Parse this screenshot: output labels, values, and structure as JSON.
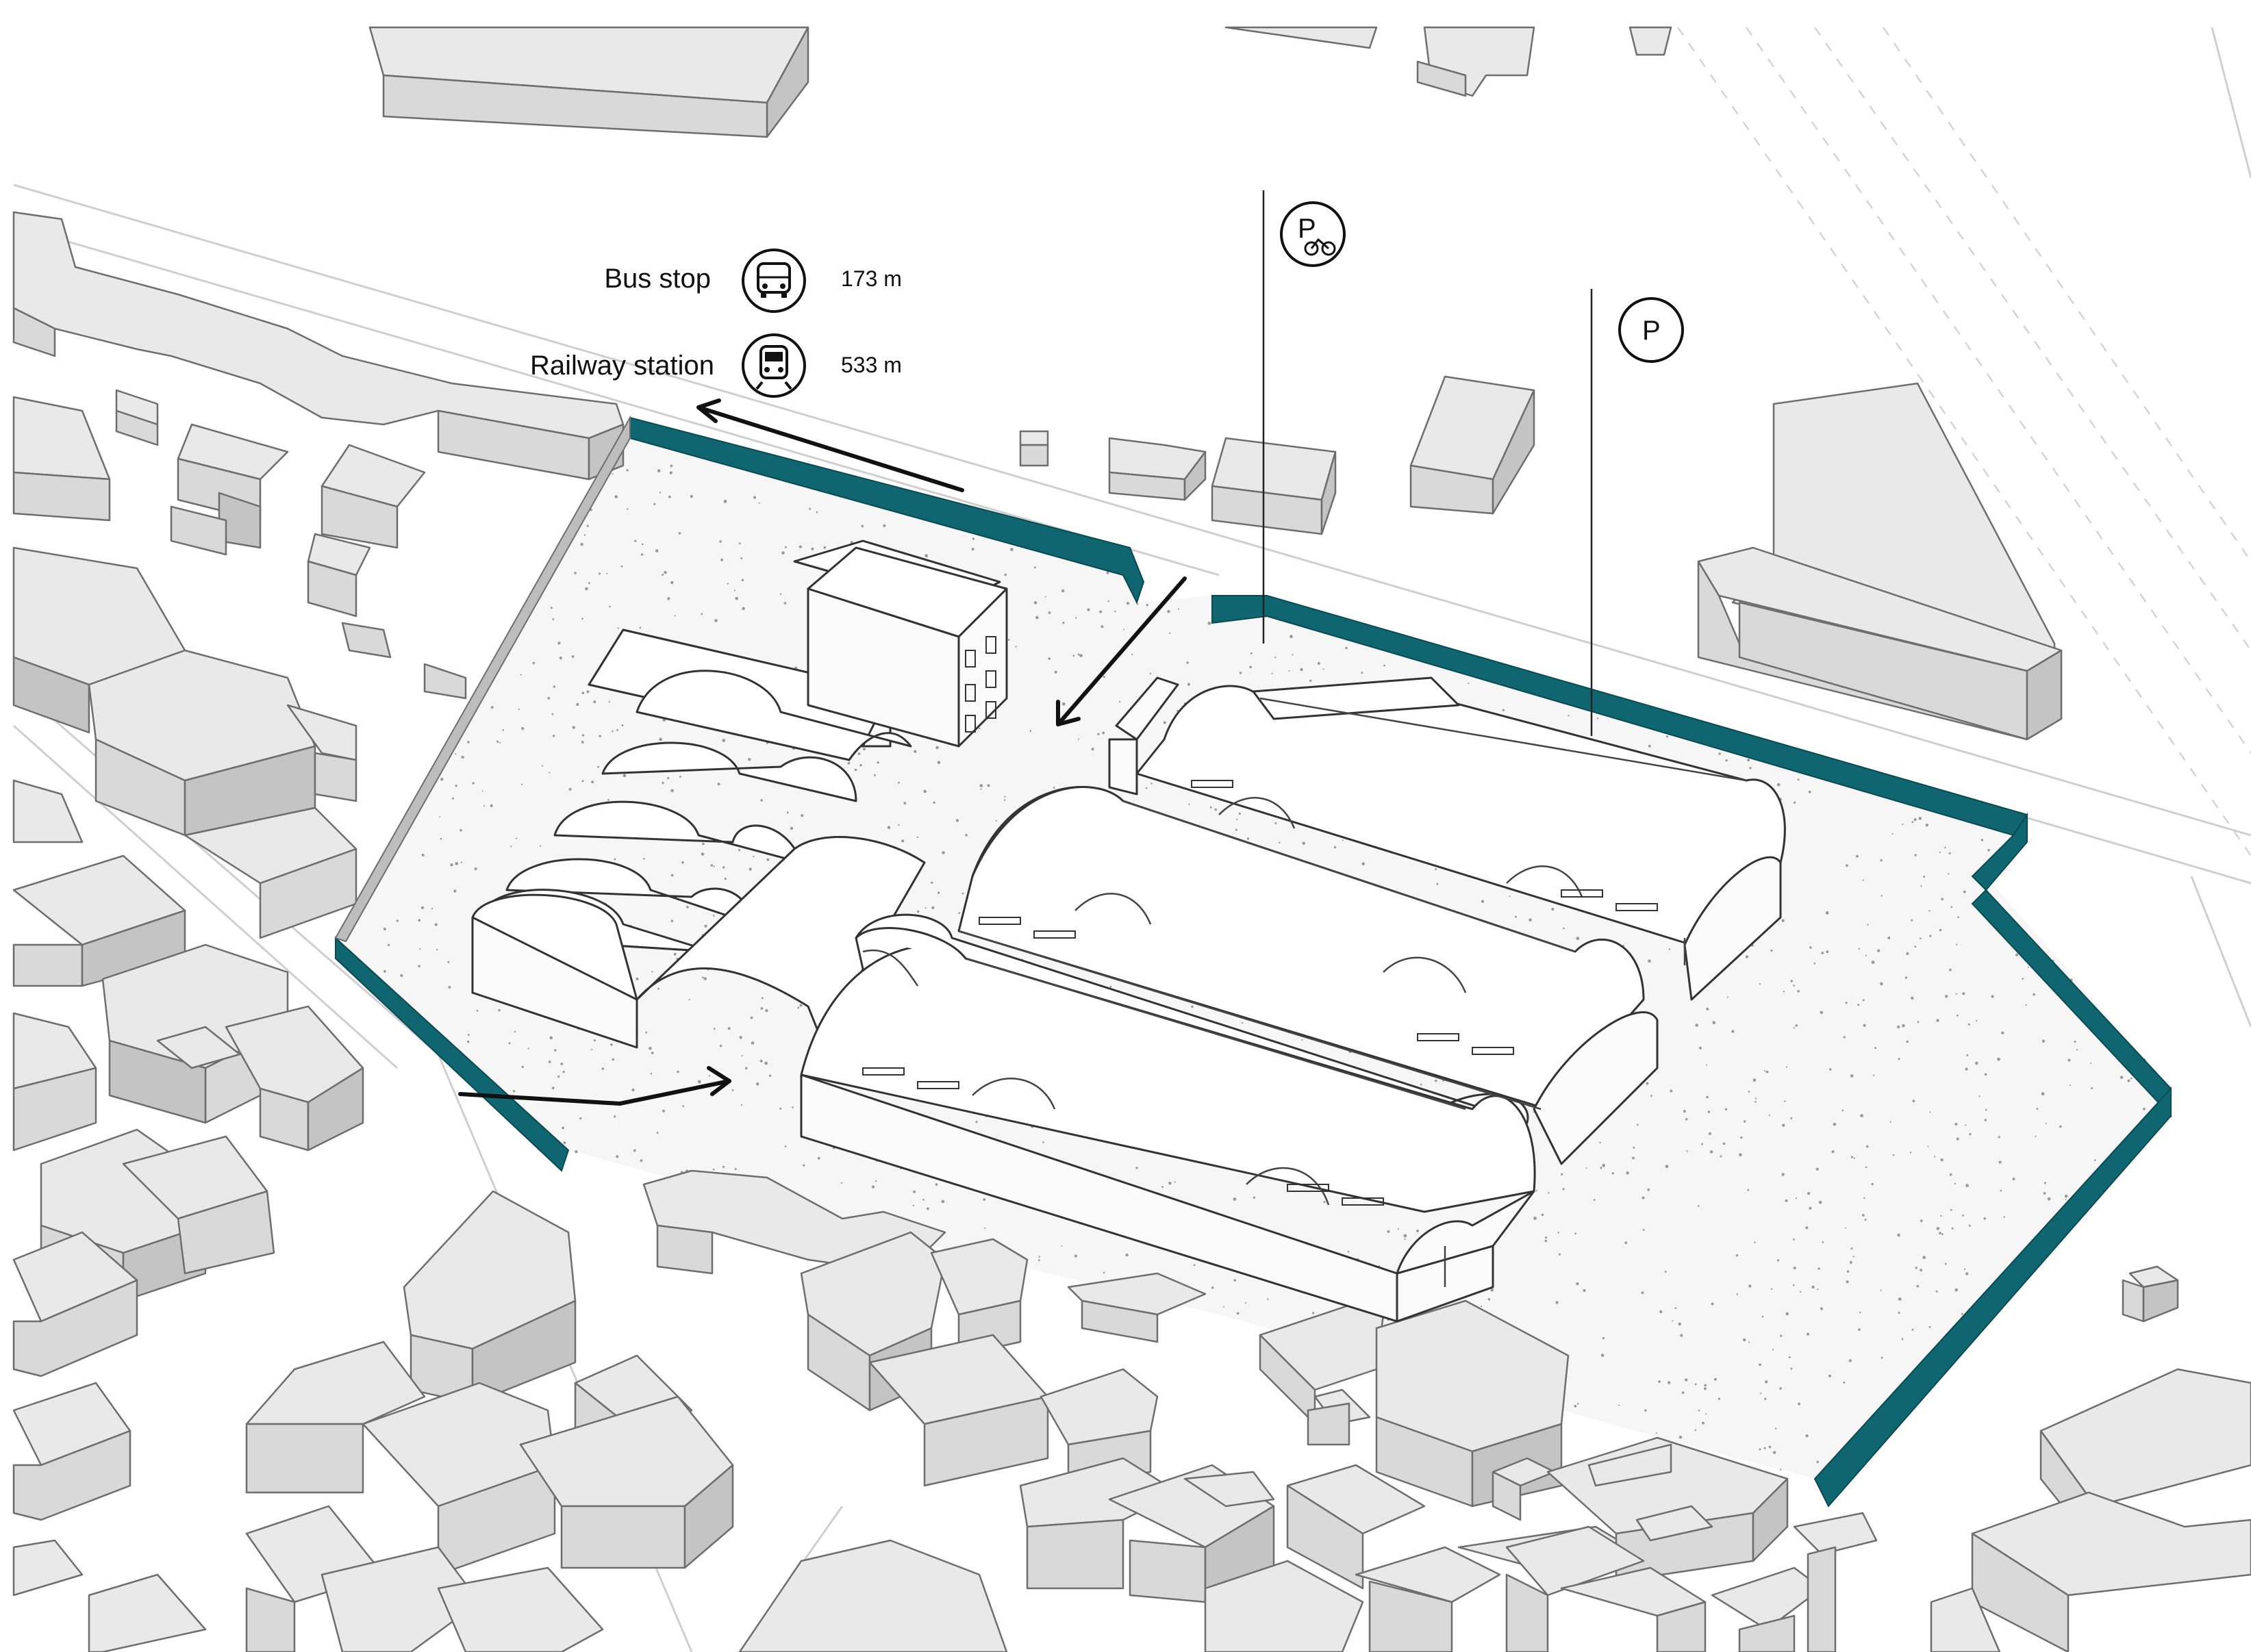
{
  "colors": {
    "boundary": "#0f6670",
    "building": "#d9d9d9",
    "site": "#f6f6f6",
    "arrow": "#111111"
  },
  "legend": {
    "bus_stop": {
      "label": "Bus stop",
      "distance": "173 m",
      "icon": "bus-icon"
    },
    "railway_station": {
      "label": "Railway station",
      "distance": "533 m",
      "icon": "train-icon"
    }
  },
  "markers": {
    "bicycle_parking": {
      "letter": "P",
      "icon": "bicycle-parking-icon"
    },
    "car_parking": {
      "letter": "P",
      "icon": "parking-icon"
    }
  },
  "arrows": [
    {
      "name": "exit-arrow-northwest",
      "direction": "toward railway station"
    },
    {
      "name": "entry-arrow-north",
      "direction": "into site"
    },
    {
      "name": "entry-arrow-west",
      "direction": "into site"
    }
  ]
}
